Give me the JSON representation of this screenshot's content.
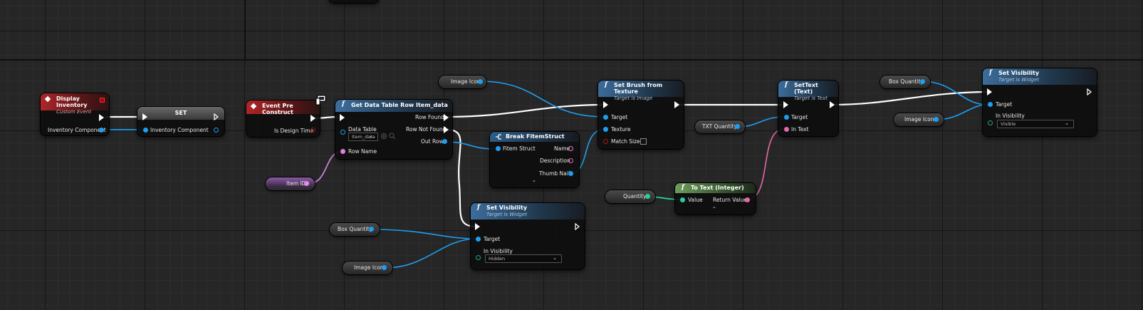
{
  "nodes": {
    "display_inventory": {
      "title": "Display Inventory",
      "subtitle": "Custom Event",
      "output": "Inventory Component"
    },
    "set_node": {
      "title": "SET",
      "input": "Inventory Component"
    },
    "event_pre_construct": {
      "title": "Event Pre Construct",
      "output": "Is Design Time"
    },
    "get_data_table_row": {
      "title": "Get Data Table Row Item_data",
      "data_table_label": "Data Table",
      "data_table_value": "Item_data",
      "row_name": "Row Name",
      "row_found": "Row Found",
      "row_not_found": "Row Not Found",
      "out_row": "Out Row"
    },
    "break_struct": {
      "title": "Break FitemStruct",
      "input": "Fitem Struct",
      "outputs": [
        "Name",
        "Description",
        "Thumb Nail"
      ]
    },
    "set_brush": {
      "title": "Set Brush from Texture",
      "subtitle": "Target is Image",
      "target": "Target",
      "texture": "Texture",
      "match_size": "Match Size"
    },
    "set_text": {
      "title": "SetText (Text)",
      "subtitle": "Target is Text",
      "target": "Target",
      "in_text": "In Text"
    },
    "set_visibility_top": {
      "title": "Set Visibility",
      "subtitle": "Target is Widget",
      "target": "Target",
      "in_visibility": "In Visibility",
      "value": "Visible"
    },
    "set_visibility_bottom": {
      "title": "Set Visibility",
      "subtitle": "Target is Widget",
      "target": "Target",
      "in_visibility": "In Visibility",
      "value": "Hidden"
    },
    "to_text_integer": {
      "title": "To Text (Integer)",
      "value": "Value",
      "return_value": "Return Value"
    }
  },
  "variables": {
    "item_id": "Item ID",
    "image_icon_top": "Image Icon",
    "box_quantity_top": "Box Quantity",
    "image_icon_right": "Image Icon",
    "txt_quantity": "TXT Quantity",
    "quantity": "Quantity",
    "box_quantity_bottom": "Box Quantity",
    "image_icon_bottom": "Image Icon"
  },
  "icons": {
    "function": "function-icon",
    "event": "event-icon",
    "break": "break-struct-icon",
    "screen": "screen-icon"
  },
  "colors": {
    "object_pin": "#1e9ef0",
    "name_pin": "#e48be8",
    "integer_pin": "#27cfa0",
    "text_pin": "#e26aa6",
    "bool_pin": "#a01818",
    "exec_wire": "#ffffff",
    "event_header": "#b0262a",
    "function_header": "#3d6d9c",
    "pure_header": "#6d9d5d"
  }
}
